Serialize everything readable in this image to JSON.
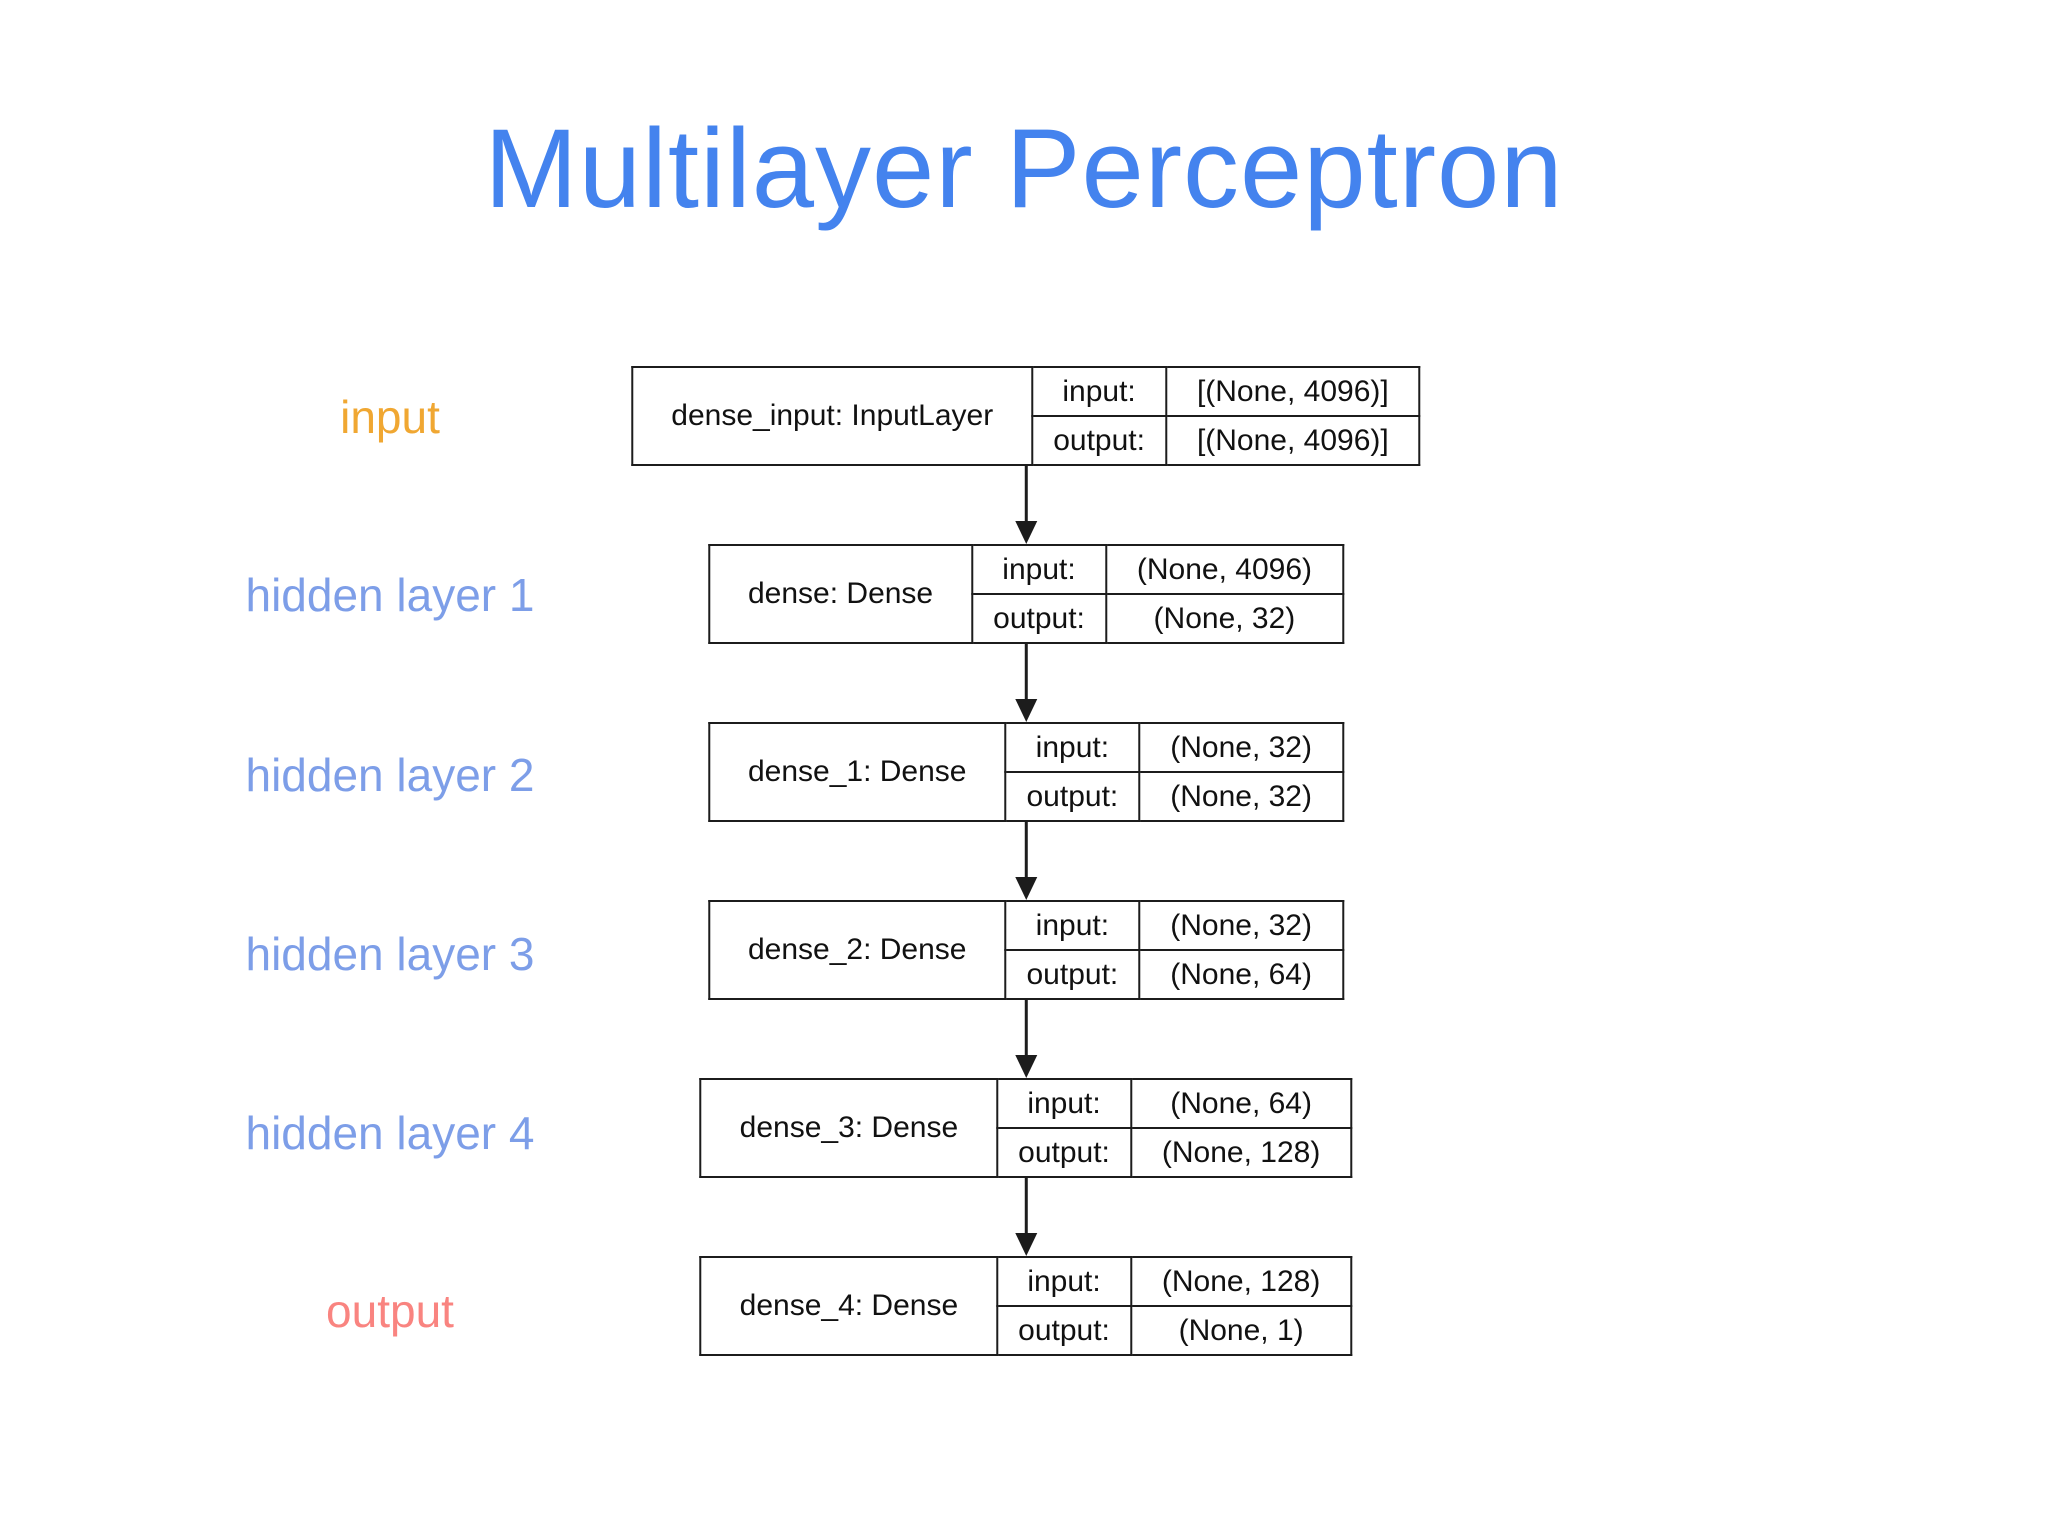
{
  "title": "Multilayer Perceptron",
  "colors": {
    "title": "#4483ee",
    "input_label": "#f0a732",
    "hidden_label": "#7d9ee8",
    "output_label": "#f98480",
    "line": "#1c1c1c"
  },
  "side_labels": [
    {
      "text": "input",
      "role": "input"
    },
    {
      "text": "hidden layer 1",
      "role": "hidden"
    },
    {
      "text": "hidden layer 2",
      "role": "hidden"
    },
    {
      "text": "hidden layer 3",
      "role": "hidden"
    },
    {
      "text": "hidden layer 4",
      "role": "hidden"
    },
    {
      "text": "output",
      "role": "output"
    }
  ],
  "layers": [
    {
      "name": "dense_input: InputLayer",
      "input_label": "input:",
      "output_label": "output:",
      "input_shape": "[(None, 4096)]",
      "output_shape": "[(None, 4096)]"
    },
    {
      "name": "dense: Dense",
      "input_label": "input:",
      "output_label": "output:",
      "input_shape": "(None, 4096)",
      "output_shape": "(None, 32)"
    },
    {
      "name": "dense_1: Dense",
      "input_label": "input:",
      "output_label": "output:",
      "input_shape": "(None, 32)",
      "output_shape": "(None, 32)"
    },
    {
      "name": "dense_2: Dense",
      "input_label": "input:",
      "output_label": "output:",
      "input_shape": "(None, 32)",
      "output_shape": "(None, 64)"
    },
    {
      "name": "dense_3: Dense",
      "input_label": "input:",
      "output_label": "output:",
      "input_shape": "(None, 64)",
      "output_shape": "(None, 128)"
    },
    {
      "name": "dense_4: Dense",
      "input_label": "input:",
      "output_label": "output:",
      "input_shape": "(None, 128)",
      "output_shape": "(None, 1)"
    }
  ]
}
